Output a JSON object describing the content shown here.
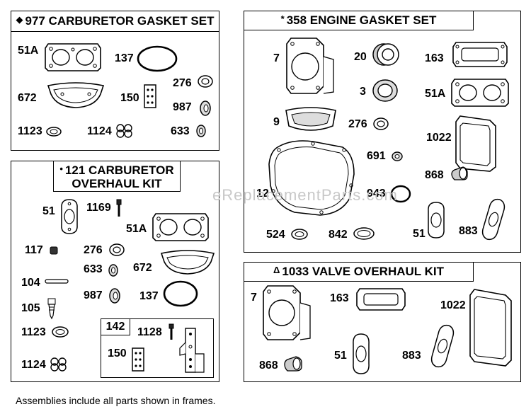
{
  "frames": {
    "carb_gasket": {
      "mark": "◆",
      "title": "977 CARBURETOR GASKET SET"
    },
    "engine_gasket": {
      "mark": "*",
      "title": "358 ENGINE GASKET SET"
    },
    "carb_overhaul": {
      "mark": "•",
      "title_line1": "121 CARBURETOR",
      "title_line2": "OVERHAUL KIT"
    },
    "sub_kit": {
      "title": "142"
    },
    "valve_overhaul": {
      "mark": "Δ",
      "title": "1033 VALVE OVERHAUL KIT"
    }
  },
  "labels": {
    "cg_51a": "51A",
    "cg_137": "137",
    "cg_672": "672",
    "cg_150": "150",
    "cg_276": "276",
    "cg_987": "987",
    "cg_1123": "1123",
    "cg_1124": "1124",
    "cg_633": "633",
    "eg_7": "7",
    "eg_20": "20",
    "eg_163": "163",
    "eg_3": "3",
    "eg_51a": "51A",
    "eg_9": "9",
    "eg_276": "276",
    "eg_1022": "1022",
    "eg_691": "691",
    "eg_868": "868",
    "eg_12": "12",
    "eg_943": "943",
    "eg_524": "524",
    "eg_842": "842",
    "eg_51": "51",
    "eg_883": "883",
    "co_51": "51",
    "co_1169": "1169",
    "co_51a": "51A",
    "co_117": "117",
    "co_276": "276",
    "co_633": "633",
    "co_672": "672",
    "co_104": "104",
    "co_987": "987",
    "co_137": "137",
    "co_105": "105",
    "co_1123": "1123",
    "co_1128": "1128",
    "co_150": "150",
    "co_1124": "1124",
    "vo_7": "7",
    "vo_163": "163",
    "vo_1022": "1022",
    "vo_51": "51",
    "vo_883": "883",
    "vo_868": "868"
  },
  "footer": "Assemblies include all parts shown in frames.",
  "watermark": "eReplacementParts.com"
}
